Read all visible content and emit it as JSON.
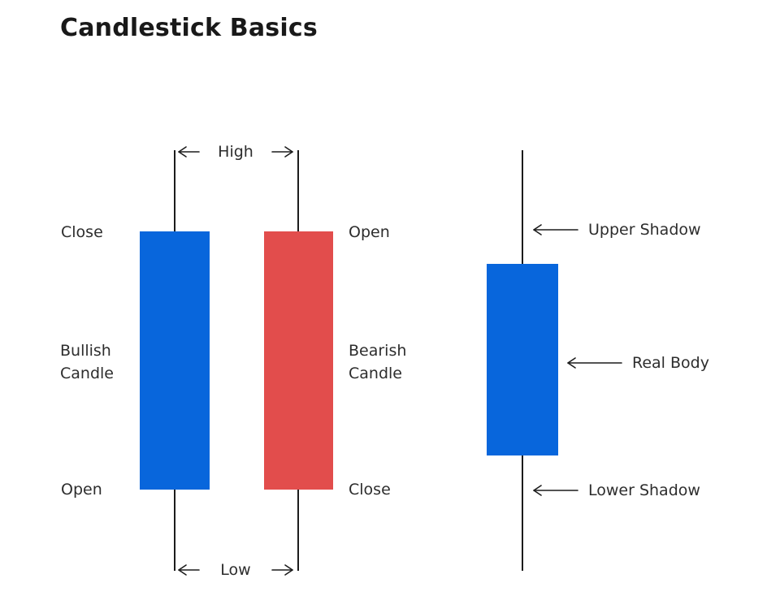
{
  "title": "Candlestick Basics",
  "colors": {
    "bullish": "#0866DC",
    "bearish": "#E24D4C",
    "line": "#1c1c1c",
    "text": "#2d2d2d"
  },
  "extremes": {
    "high": "High",
    "low": "Low"
  },
  "bullish_candle": {
    "name": "Bullish Candle",
    "top_label": "Close",
    "bottom_label": "Open"
  },
  "bearish_candle": {
    "name": "Bearish Candle",
    "top_label": "Open",
    "bottom_label": "Close"
  },
  "anatomy": {
    "upper_shadow": "Upper Shadow",
    "real_body": "Real Body",
    "lower_shadow": "Lower Shadow"
  }
}
